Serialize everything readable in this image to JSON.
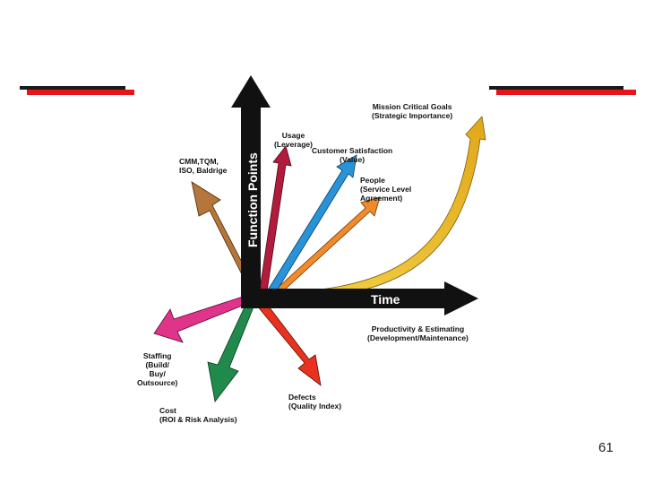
{
  "slide": {
    "page_number": "61",
    "accent_color": "#e8141c"
  },
  "diagram": {
    "y_axis_label": "Function Points",
    "x_axis_label": "Time",
    "x_axis_caption": "Productivity & Estimating\n(Development/Maintenance)",
    "arrows": [
      {
        "label": "Mission Critical Goals\n(Strategic Importance)",
        "color": "#f2c531"
      },
      {
        "label": "Usage\n(Leverage)",
        "color": "#b11c3c"
      },
      {
        "label": "Customer Satisfaction\n(Value)",
        "color": "#2a93d8"
      },
      {
        "label": "People\n(Service Level\nAgreement)",
        "color": "#f08a2a"
      },
      {
        "label": "CMM,TQM,\nISO, Baldrige",
        "color": "#b5763b"
      },
      {
        "label": "Staffing\n(Build/\nBuy/\nOutsource)",
        "color": "#e0338a"
      },
      {
        "label": "Cost\n(ROI & Risk Analysis)",
        "color": "#1f8a4c"
      },
      {
        "label": "Defects\n(Quality Index)",
        "color": "#e8321e"
      }
    ]
  }
}
